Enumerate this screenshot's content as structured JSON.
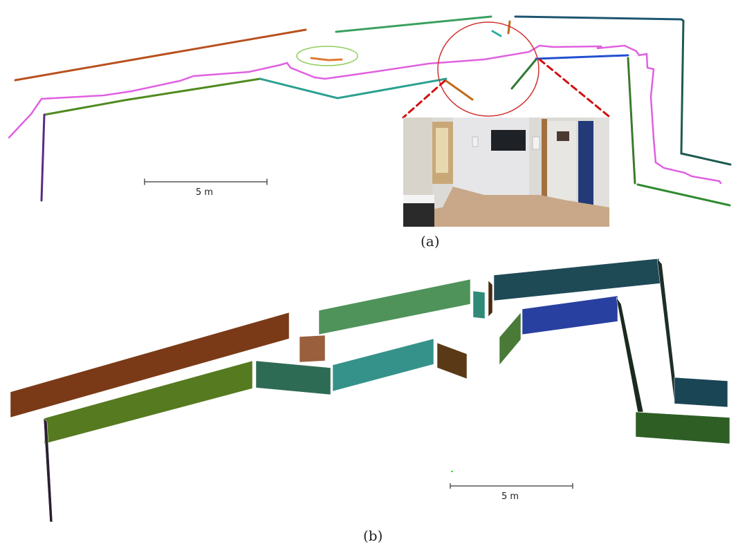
{
  "panel_a": {
    "label": "(a)",
    "scale_label": "5 m"
  },
  "panel_b": {
    "label": "(b)",
    "scale_label": "5 m"
  },
  "colors": {
    "trajectory": "#e060e0",
    "highlight_circle": "#d03030",
    "detail_ellipse": "#8ccf5a"
  }
}
